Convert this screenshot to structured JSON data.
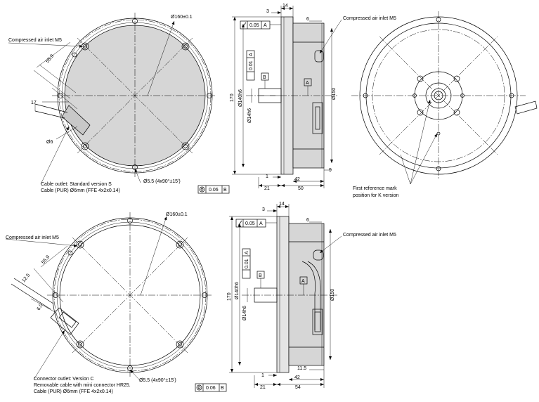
{
  "colors": {
    "shade": "#d6d6d6",
    "shade_dark": "#c8c8c8",
    "line": "#000000",
    "background": "#ffffff"
  },
  "view_s": {
    "dia_outer": "Ø160±0.1",
    "air_inlet": "Compressed air inlet M5",
    "angle": "55.9",
    "cable_width": "17",
    "cable_dia": "Ø6",
    "holes": "Ø5.5 (4x90°±15')",
    "cable_note_1": "Cable outlet: Standard version  S",
    "cable_note_2": "Cable (PUR) Ø6mm (FFE 4x2x0.14)"
  },
  "side_s": {
    "dim_3": "3",
    "dim_14": "14",
    "dim_6": "6",
    "flatness": "0.05",
    "datum_a": "A",
    "datum_b": "B",
    "parallel": "0.01",
    "dim_170": "170",
    "dim_140": "Ø140h6",
    "dim_14h6": "Ø14h6",
    "dim_150": "Ø150",
    "dim_1": "1",
    "dim_42": "42",
    "dim_9": "9",
    "dim_21": "21",
    "dim_50": "50",
    "runout": "0.06",
    "air_inlet": "Compressed air inlet M5"
  },
  "view_k": {
    "ref_note_1": "First reference mark",
    "ref_note_2": "position for K version"
  },
  "view_c": {
    "dia_outer": "Ø160±0.1",
    "air_inlet": "Compressed air inlet M5",
    "angle": "55.9",
    "cable_width": "12.5",
    "cable_dia": "6.0",
    "holes": "Ø5.5 (4x90°±15')",
    "note_1": "Connector outlet: Version C",
    "note_2": "Removable cable with mini connector HR25.",
    "note_3": "Cable (PUR) Ø6mm (FFE 4x2x0.14)"
  },
  "side_c": {
    "dim_3": "3",
    "dim_14": "14",
    "dim_6": "6",
    "flatness": "0.05",
    "datum_a": "A",
    "datum_b": "B",
    "parallel": "0.01",
    "dim_170": "170",
    "dim_140": "Ø140h6",
    "dim_14h6": "Ø14h6",
    "dim_150": "Ø150",
    "dim_1": "1",
    "dim_42": "42",
    "dim_11_5": "11.5",
    "dim_21": "21",
    "dim_54": "54",
    "runout": "0.06",
    "air_inlet": "Compressed air inlet M5"
  }
}
